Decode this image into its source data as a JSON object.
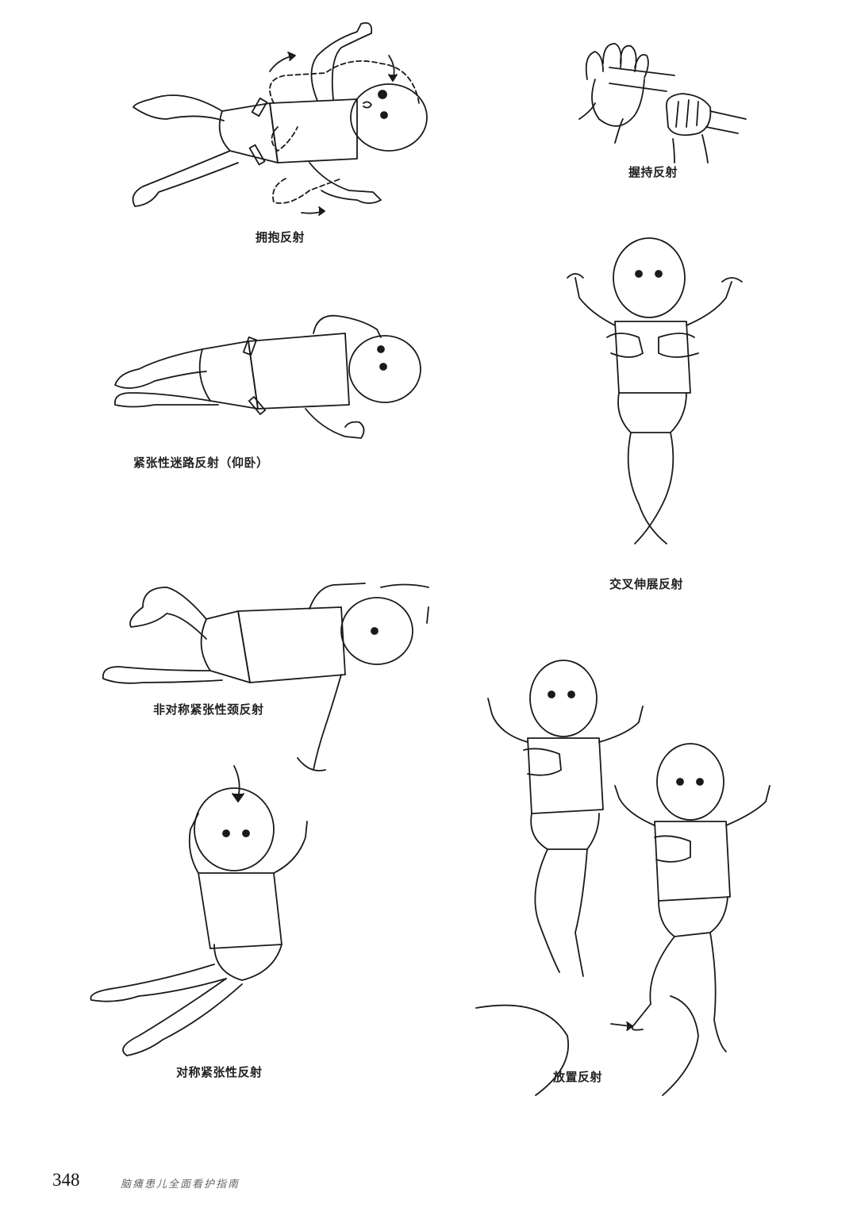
{
  "page": {
    "number": "348",
    "running_title": "脑瘫患儿全面看护指南"
  },
  "figures": [
    {
      "id": "moro",
      "caption": "拥抱反射"
    },
    {
      "id": "grasp",
      "caption": "握持反射"
    },
    {
      "id": "tlr-supine",
      "caption": "紧张性迷路反射（仰卧）"
    },
    {
      "id": "crossed-extension",
      "caption": "交叉伸展反射"
    },
    {
      "id": "atnr",
      "caption": "非对称紧张性颈反射"
    },
    {
      "id": "stnr",
      "caption": "对称紧张性反射"
    },
    {
      "id": "placing",
      "caption": "放置反射"
    }
  ]
}
